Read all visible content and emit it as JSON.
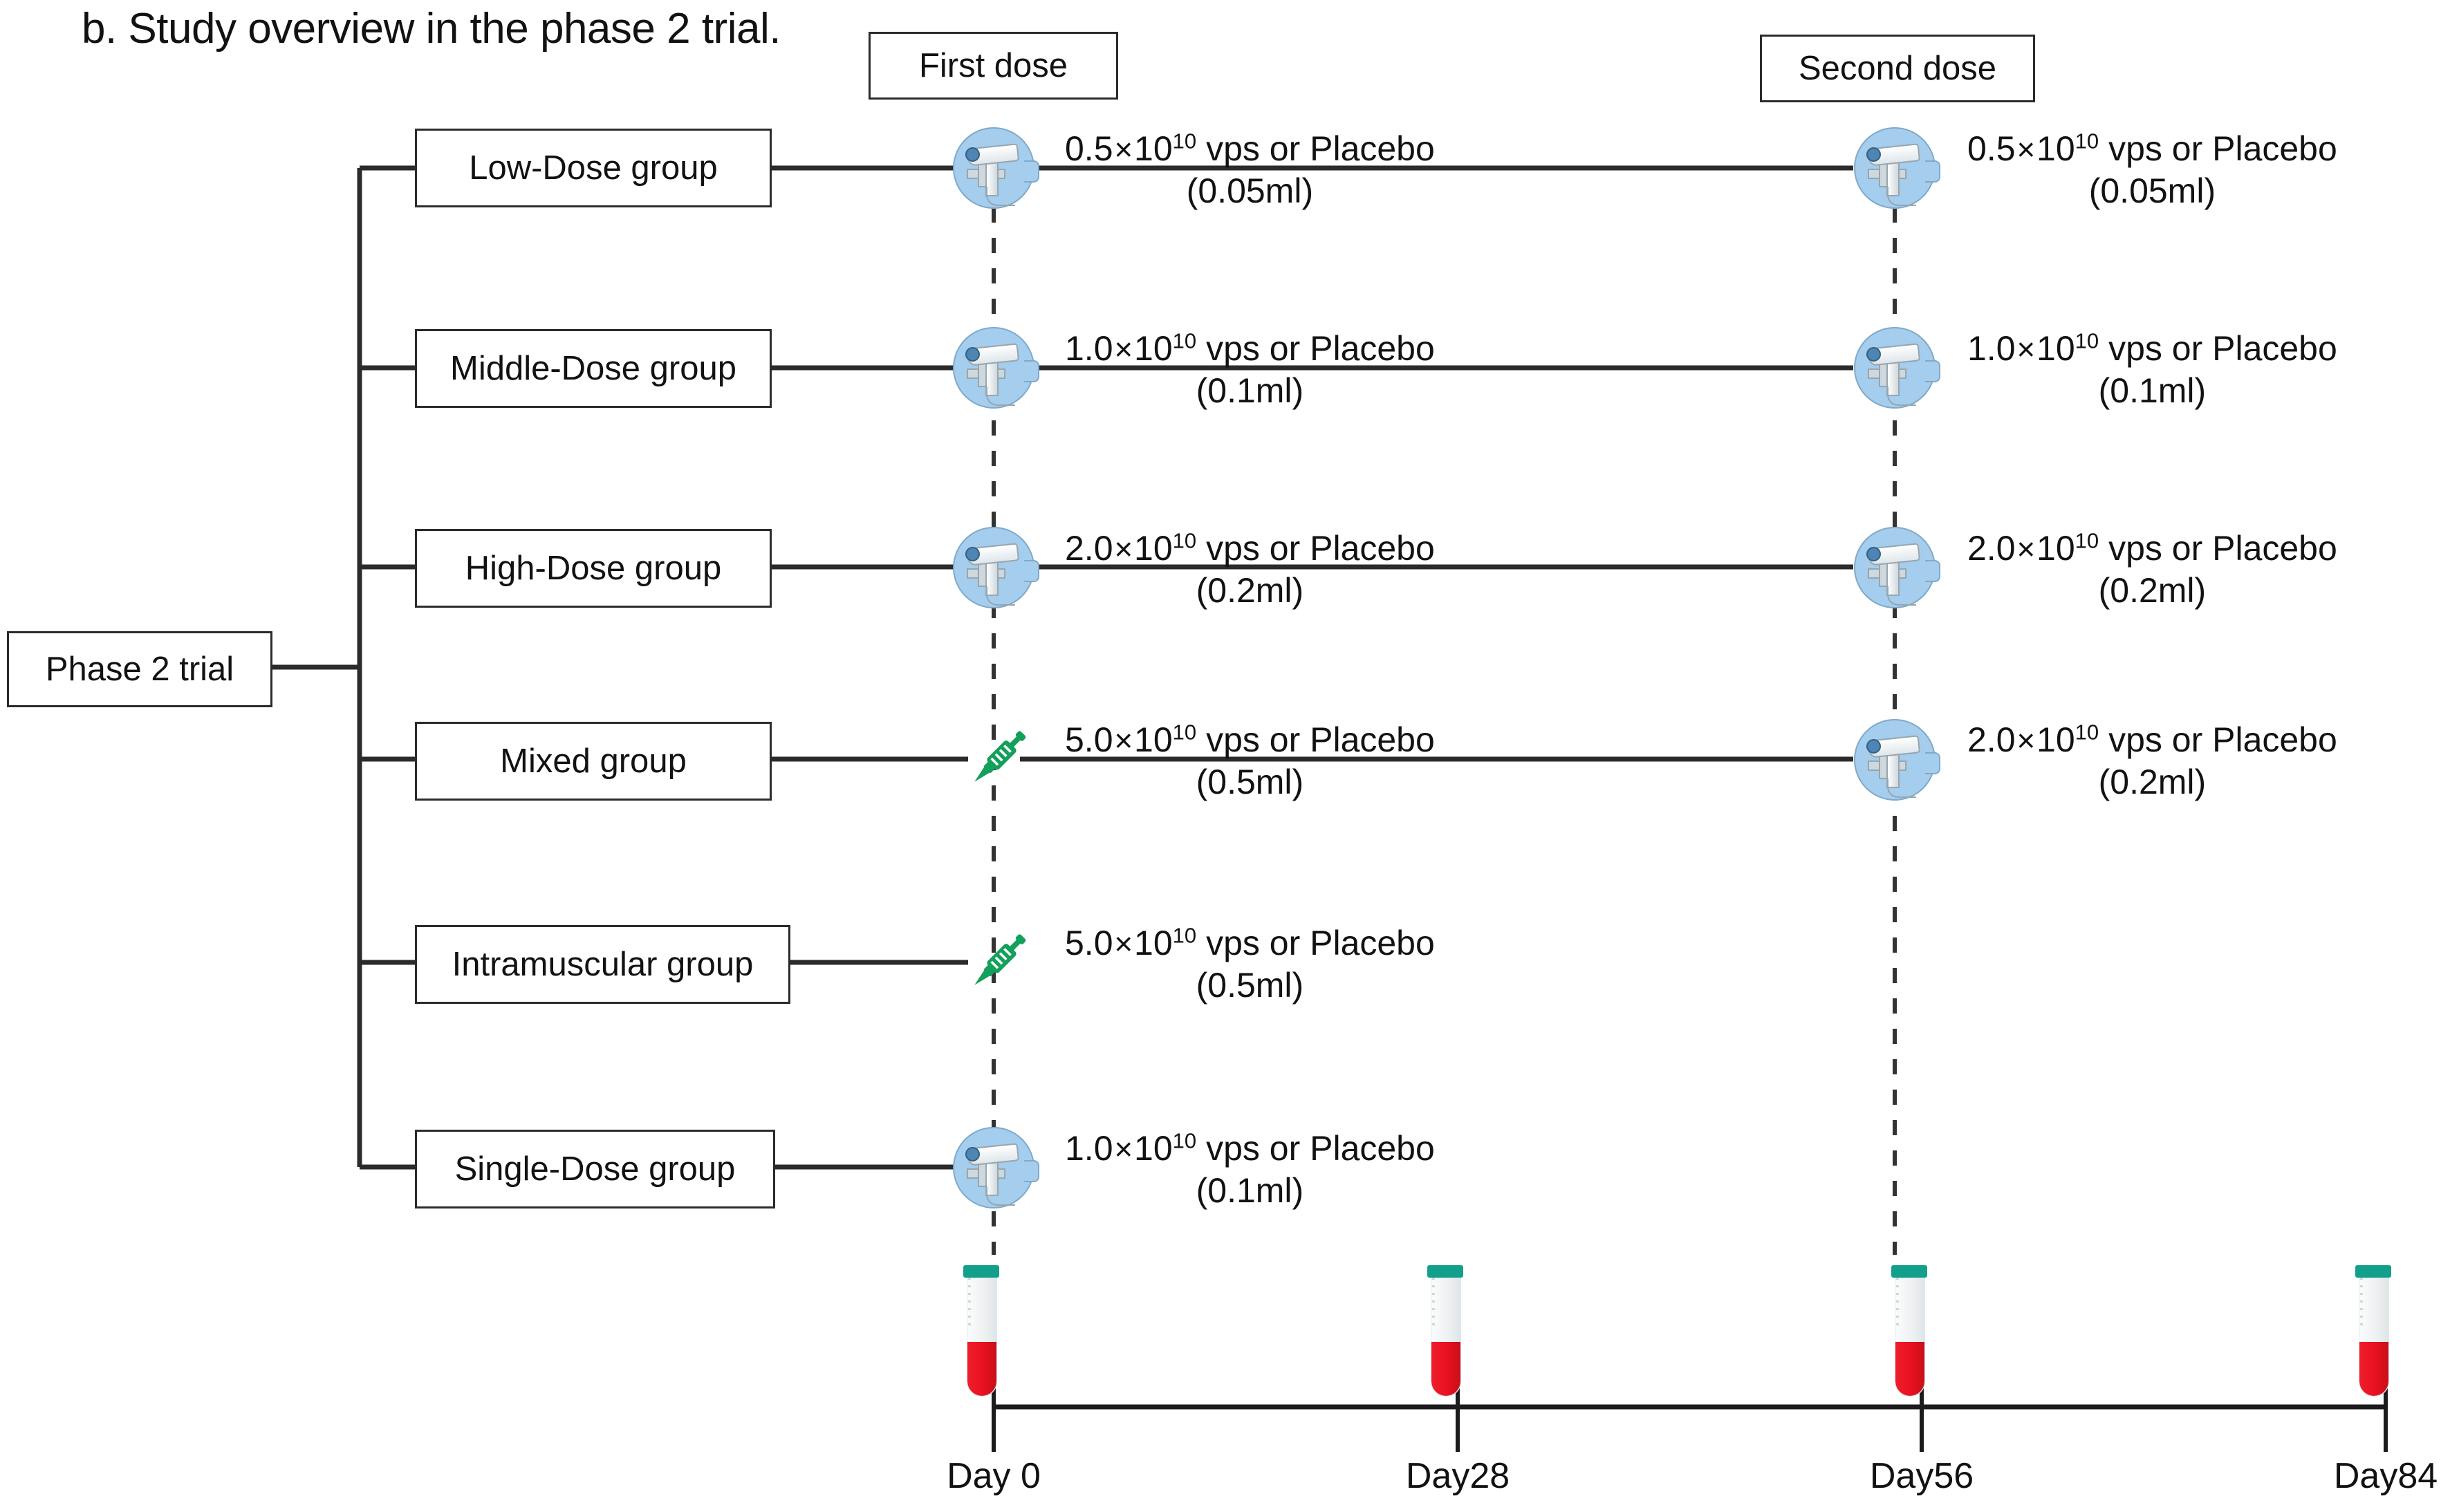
{
  "figure": {
    "panel_label": "b. Study overview in the phase 2 trial."
  },
  "root": {
    "label": "Phase 2 trial"
  },
  "headers": {
    "first_dose": "First dose",
    "second_dose": "Second  dose"
  },
  "icons": {
    "nasal_spray": "nasal-spray-icon",
    "intramuscular_syringe": "syringe-icon",
    "blood_tube": "blood-collection-tube-icon"
  },
  "colors": {
    "spray_disc": "#a4cdee",
    "syringe_green": "#12A05A",
    "tube_cap_teal": "#12a08c",
    "blood_red": "#e8111f",
    "line": "#2b2b2b"
  },
  "arms": [
    {
      "group": "Low-Dose group",
      "first_dose": {
        "icon": "nasal-spray-icon",
        "amount": "0.5",
        "times": "×",
        "base": "10",
        "exp": "10",
        "unit": "vps  or Placebo",
        "volume": "(0.05ml)"
      },
      "second_dose": {
        "icon": "nasal-spray-icon",
        "amount": "0.5",
        "times": "×",
        "base": "10",
        "exp": "10",
        "unit": "vps or Placebo",
        "volume": "(0.05ml)"
      }
    },
    {
      "group": "Middle-Dose group",
      "first_dose": {
        "icon": "nasal-spray-icon",
        "amount": "1.0",
        "times": "×",
        "base": "10",
        "exp": "10",
        "unit": "vps or Placebo",
        "volume": "(0.1ml)"
      },
      "second_dose": {
        "icon": "nasal-spray-icon",
        "amount": "1.0",
        "times": "×",
        "base": "10",
        "exp": "10",
        "unit": "vps or Placebo",
        "volume": "(0.1ml)"
      }
    },
    {
      "group": "High-Dose group",
      "first_dose": {
        "icon": "nasal-spray-icon",
        "amount": "2.0",
        "times": "×",
        "base": "10",
        "exp": "10",
        "unit": "vps or Placebo",
        "volume": "(0.2ml)"
      },
      "second_dose": {
        "icon": "nasal-spray-icon",
        "amount": "2.0",
        "times": "×",
        "base": "10",
        "exp": "10",
        "unit": "vps or Placebo",
        "volume": "(0.2ml)"
      }
    },
    {
      "group": "Mixed group",
      "first_dose": {
        "icon": "syringe-icon",
        "amount": "5.0",
        "times": "×",
        "base": "10",
        "exp": "10",
        "unit": "vps or Placebo",
        "volume": "(0.5ml)"
      },
      "second_dose": {
        "icon": "nasal-spray-icon",
        "amount": "2.0",
        "times": "×",
        "base": "10",
        "exp": "10",
        "unit": "vps or Placebo",
        "volume": "(0.2ml)"
      }
    },
    {
      "group": "Intramuscular group",
      "first_dose": {
        "icon": "syringe-icon",
        "amount": "5.0",
        "times": "×",
        "base": "10",
        "exp": "10",
        "unit": "vps or Placebo",
        "volume": "(0.5ml)"
      },
      "second_dose": null
    },
    {
      "group": "Single-Dose group",
      "first_dose": {
        "icon": "nasal-spray-icon",
        "amount": "1.0",
        "times": "×",
        "base": "10",
        "exp": "10",
        "unit": "vps or Placebo",
        "volume": "(0.1ml)"
      },
      "second_dose": null
    }
  ],
  "timeline": {
    "ticks": [
      {
        "label": "Day 0",
        "sampling": true
      },
      {
        "label": "Day28",
        "sampling": true
      },
      {
        "label": "Day56",
        "sampling": true
      },
      {
        "label": "Day84",
        "sampling": true
      }
    ]
  }
}
